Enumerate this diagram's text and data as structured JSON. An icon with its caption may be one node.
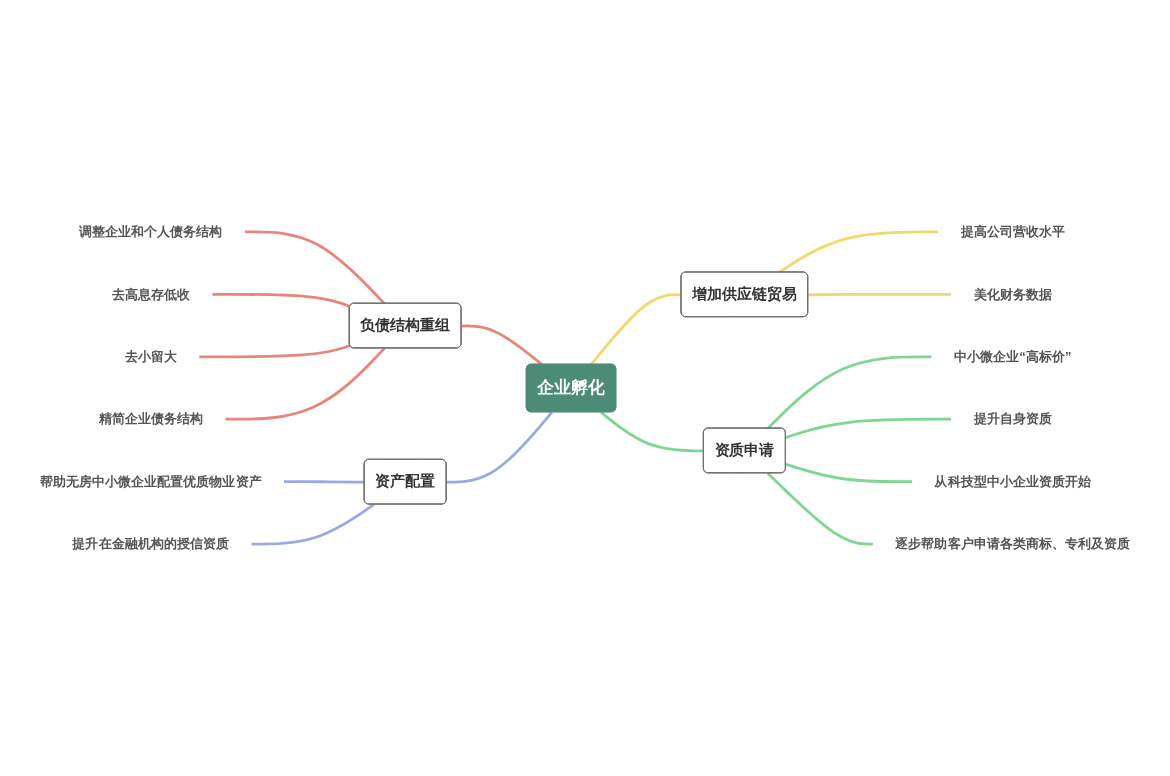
{
  "diagram": {
    "nodes": [
      {
        "text": [
          "企业孵化"
        ]
      },
      {
        "text": [
          "负债结构重组"
        ]
      },
      {
        "text": [
          "调整企业和个人债务结构"
        ]
      },
      {
        "text": [
          "去高息存低收"
        ]
      },
      {
        "text": [
          "去小留大"
        ]
      },
      {
        "text": [
          "精简企业债务结构"
        ]
      },
      {
        "text": [
          "资产配置"
        ]
      },
      {
        "text": [
          "帮助无房中小微企业配置优质物业资产"
        ]
      },
      {
        "text": [
          "提升在金融机构的授信资质"
        ]
      },
      {
        "text": [
          "增加供应链贸易"
        ]
      },
      {
        "text": [
          "提高公司营收水平"
        ]
      },
      {
        "text": [
          "美化财务数据"
        ]
      },
      {
        "text": [
          "资质申请"
        ]
      },
      {
        "text": [
          "中小微企业“高标价”"
        ]
      },
      {
        "text": [
          "提升自身资质"
        ]
      },
      {
        "text": [
          "从科技型中小企业资质开始"
        ]
      },
      {
        "text": [
          "逐步帮助客户申请各类商标、专利及资质"
        ]
      }
    ],
    "edges": [
      {
        "from": 1,
        "to": 0,
        "arrow": "none",
        "color": "#e8857b"
      },
      {
        "from": 2,
        "to": 1,
        "arrow": "none",
        "color": "#e8857b"
      },
      {
        "from": 3,
        "to": 1,
        "arrow": "none",
        "color": "#e8857b"
      },
      {
        "from": 4,
        "to": 1,
        "arrow": "none",
        "color": "#e8857b"
      },
      {
        "from": 5,
        "to": 1,
        "arrow": "none",
        "color": "#e8857b"
      },
      {
        "from": 6,
        "to": 0,
        "arrow": "none",
        "color": "#9ba9e2"
      },
      {
        "from": 7,
        "to": 6,
        "arrow": "none",
        "color": "#9ba9e2"
      },
      {
        "from": 8,
        "to": 6,
        "arrow": "none",
        "color": "#9ba9e2"
      },
      {
        "from": 0,
        "to": 9,
        "arrow": "none",
        "color": "#f0d86c"
      },
      {
        "from": 9,
        "to": 10,
        "arrow": "none",
        "color": "#f0d86c"
      },
      {
        "from": 9,
        "to": 11,
        "arrow": "none",
        "color": "#f0d86c"
      },
      {
        "from": 0,
        "to": 12,
        "arrow": "none",
        "color": "#7fd693"
      },
      {
        "from": 12,
        "to": 13,
        "arrow": "none",
        "color": "#7fd693"
      },
      {
        "from": 12,
        "to": 14,
        "arrow": "none",
        "color": "#7fd693"
      },
      {
        "from": 12,
        "to": 15,
        "arrow": "none",
        "color": "#7fd693"
      },
      {
        "from": 12,
        "to": 16,
        "arrow": "none",
        "color": "#7fd693"
      }
    ]
  }
}
